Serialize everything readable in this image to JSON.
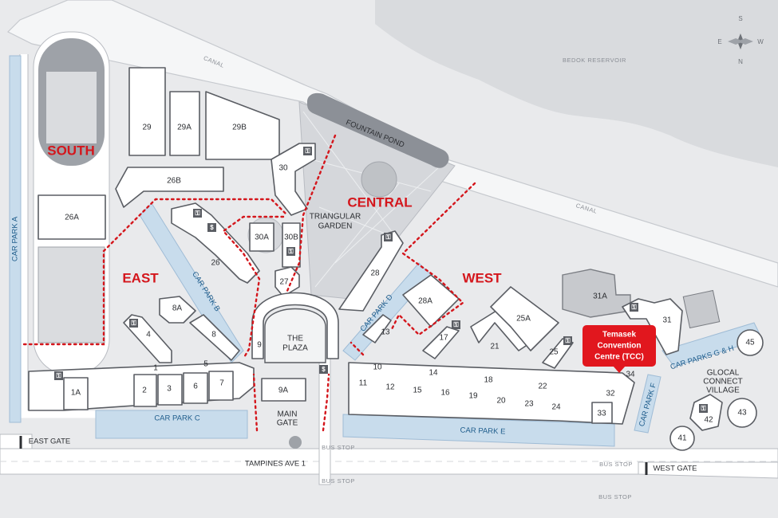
{
  "colors": {
    "background": "#e9eaec",
    "zone_red": "#d4161c",
    "car_park_blue": "#c8dcec",
    "building_outline": "#5a5d63",
    "tcc_highlight": "#e1171e"
  },
  "water": {
    "reservoir": "BEDOK RESERVOIR",
    "canal_north": "CANAL",
    "canal_east": "CANAL",
    "fountain_pond": "FOUNTAIN POND"
  },
  "compass": {
    "icon": "compass-rose-icon",
    "n": "N",
    "s": "S",
    "e": "E",
    "w": "W"
  },
  "zones": {
    "south": "SOUTH",
    "east": "EAST",
    "central": "CENTRAL",
    "west": "WEST"
  },
  "garden": {
    "line1": "TRIANGULAR",
    "line2": "GARDEN"
  },
  "plaza": {
    "line1": "THE",
    "line2": "PLAZA"
  },
  "main_gate": {
    "line1": "MAIN",
    "line2": "GATE"
  },
  "car_parks": {
    "a": "CAR PARK A",
    "b": "CAR PARK B",
    "c": "CAR PARK C",
    "d": "CAR PARK D",
    "e": "CAR PARK E",
    "f": "CAR PARK F",
    "gh": "CAR PARKS G & H"
  },
  "roads": {
    "tampines": "TAMPINES AVE 1",
    "east_gate": "EAST GATE",
    "west_gate": "WEST GATE",
    "bus_stop": "BUS STOP"
  },
  "glocal": {
    "line1": "GLOCAL",
    "line2": "CONNECT",
    "line3": "VILLAGE"
  },
  "tcc": {
    "line1": "Temasek",
    "line2": "Convention",
    "line3": "Centre (TCC)"
  },
  "amenities": {
    "toilet_symbol": "⚿",
    "atm_symbol": "$"
  },
  "buildings": {
    "b1": "1",
    "b1a": "1A",
    "b2": "2",
    "b3": "3",
    "b4": "4",
    "b5": "5",
    "b6": "6",
    "b7": "7",
    "b8": "8",
    "b8a": "8A",
    "b9": "9",
    "b9a": "9A",
    "b10": "10",
    "b11": "11",
    "b12": "12",
    "b13": "13",
    "b14": "14",
    "b15": "15",
    "b16": "16",
    "b17": "17",
    "b18": "18",
    "b19": "19",
    "b20": "20",
    "b21": "21",
    "b22": "22",
    "b23": "23",
    "b24": "24",
    "b25": "25",
    "b25a": "25A",
    "b26": "26",
    "b26a": "26A",
    "b26b": "26B",
    "b27": "27",
    "b28": "28",
    "b28a": "28A",
    "b29": "29",
    "b29a": "29A",
    "b29b": "29B",
    "b30": "30",
    "b30a": "30A",
    "b30b": "30B",
    "b31": "31",
    "b31a": "31A",
    "b32": "32",
    "b33": "33",
    "b34": "34",
    "b41": "41",
    "b42": "42",
    "b43": "43",
    "b45": "45"
  }
}
